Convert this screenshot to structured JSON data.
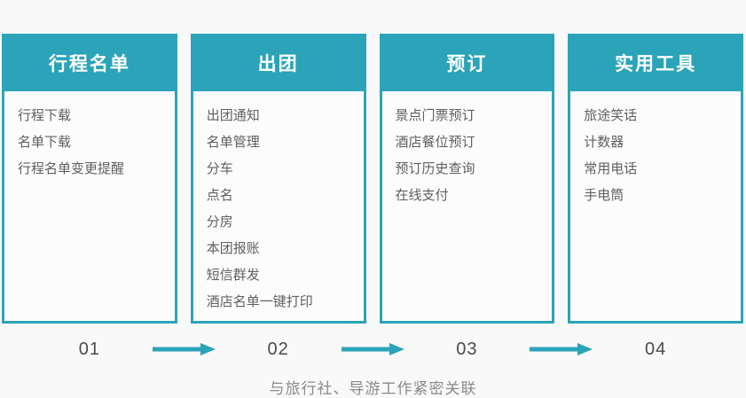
{
  "colors": {
    "accent": "#2ba4b9",
    "pageBg": "#f9f9f9",
    "panelBg": "#fcfcfc",
    "itemText": "#5f5f5f",
    "stepText": "#4a4a4a",
    "captionText": "#8a8a8a"
  },
  "columns": [
    {
      "title": "行程名单",
      "step": "01",
      "items": [
        "行程下载",
        "名单下载",
        "行程名单变更提醒"
      ]
    },
    {
      "title": "出团",
      "step": "02",
      "items": [
        "出团通知",
        "名单管理",
        "分车",
        "点名",
        "分房",
        "本团报账",
        "短信群发",
        "酒店名单一键打印"
      ]
    },
    {
      "title": "预订",
      "step": "03",
      "items": [
        "景点门票预订",
        "酒店餐位预订",
        "预订历史查询",
        "在线支付"
      ]
    },
    {
      "title": "实用工具",
      "step": "04",
      "items": [
        "旅途笑话",
        "计数器",
        "常用电话",
        "手电筒"
      ]
    }
  ],
  "caption": "与旅行社、导游工作紧密关联"
}
